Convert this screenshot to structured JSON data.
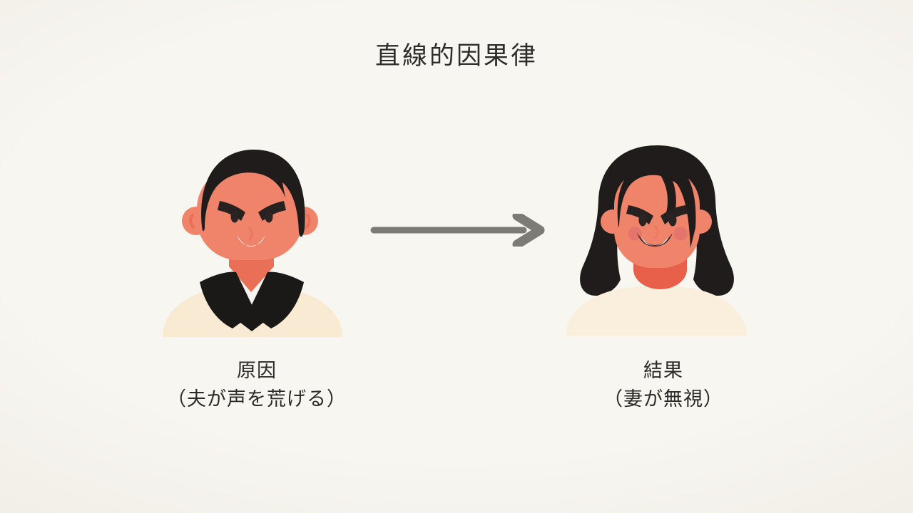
{
  "title": "直線的因果律",
  "cause": {
    "label": "原因",
    "sublabel": "（夫が声を荒げる）",
    "avatar": "angry-husband"
  },
  "effect": {
    "label": "結果",
    "sublabel": "（妻が無視）",
    "avatar": "angry-wife"
  },
  "arrow": {
    "icon": "right-arrow",
    "direction": "left-to-right",
    "color": "#7c7b75"
  },
  "colors": {
    "background": "#f8f6f1",
    "background_edge": "#efece4",
    "title_text": "#2f2d2b",
    "label_text": "#2b2a28",
    "skin": "#f0846b",
    "skin_shadow": "#e97057",
    "chest_coral": "#e9604a",
    "hair": "#201c1c",
    "shirt_cream": "#f8ead3",
    "top_cream": "#f9efdc",
    "shirt_white": "#f5f3ee",
    "collar_black": "#1b1818",
    "brow_black": "#27211f",
    "eye_black": "#2a2424",
    "blush": "#e4746c",
    "mouth_white": "#fcfbf8",
    "mouth_dark": "#43282a",
    "arrow_gray": "#7c7b75"
  }
}
